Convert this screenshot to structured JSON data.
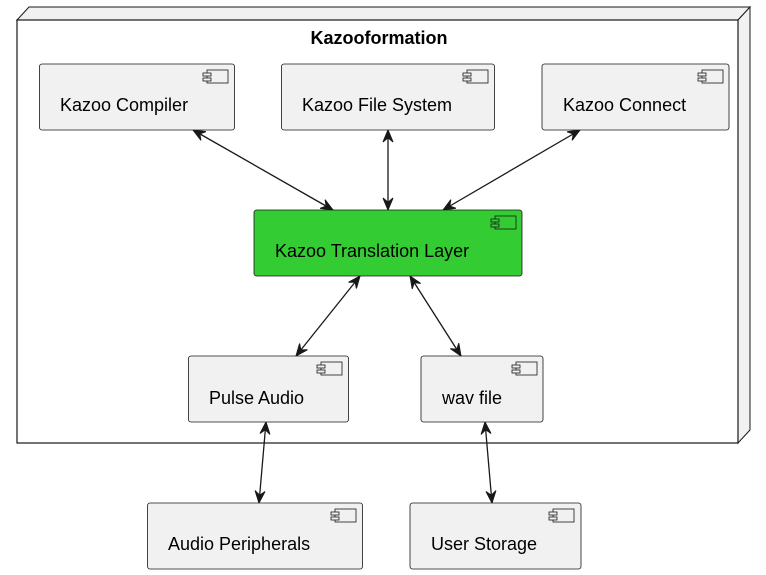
{
  "node": {
    "title": "Kazooformation"
  },
  "components": {
    "kazoo_compiler": {
      "label": "Kazoo Compiler",
      "fill": "#f1f1f1"
    },
    "kazoo_file_system": {
      "label": "Kazoo File System",
      "fill": "#f1f1f1"
    },
    "kazoo_connect": {
      "label": "Kazoo Connect",
      "fill": "#f1f1f1"
    },
    "kazoo_translation_layer": {
      "label": "Kazoo Translation Layer",
      "fill": "#33cc33"
    },
    "pulse_audio": {
      "label": "Pulse Audio",
      "fill": "#f1f1f1"
    },
    "wav_file": {
      "label": "wav file",
      "fill": "#f1f1f1"
    },
    "audio_peripherals": {
      "label": "Audio Peripherals",
      "fill": "#f1f1f1"
    },
    "user_storage": {
      "label": "User Storage",
      "fill": "#f1f1f1"
    }
  },
  "edges": [
    {
      "from": "kazoo_compiler",
      "to": "kazoo_translation_layer",
      "direction": "both"
    },
    {
      "from": "kazoo_file_system",
      "to": "kazoo_translation_layer",
      "direction": "both"
    },
    {
      "from": "kazoo_connect",
      "to": "kazoo_translation_layer",
      "direction": "both"
    },
    {
      "from": "kazoo_translation_layer",
      "to": "pulse_audio",
      "direction": "both"
    },
    {
      "from": "kazoo_translation_layer",
      "to": "wav_file",
      "direction": "both"
    },
    {
      "from": "pulse_audio",
      "to": "audio_peripherals",
      "direction": "both"
    },
    {
      "from": "wav_file",
      "to": "user_storage",
      "direction": "both"
    }
  ]
}
